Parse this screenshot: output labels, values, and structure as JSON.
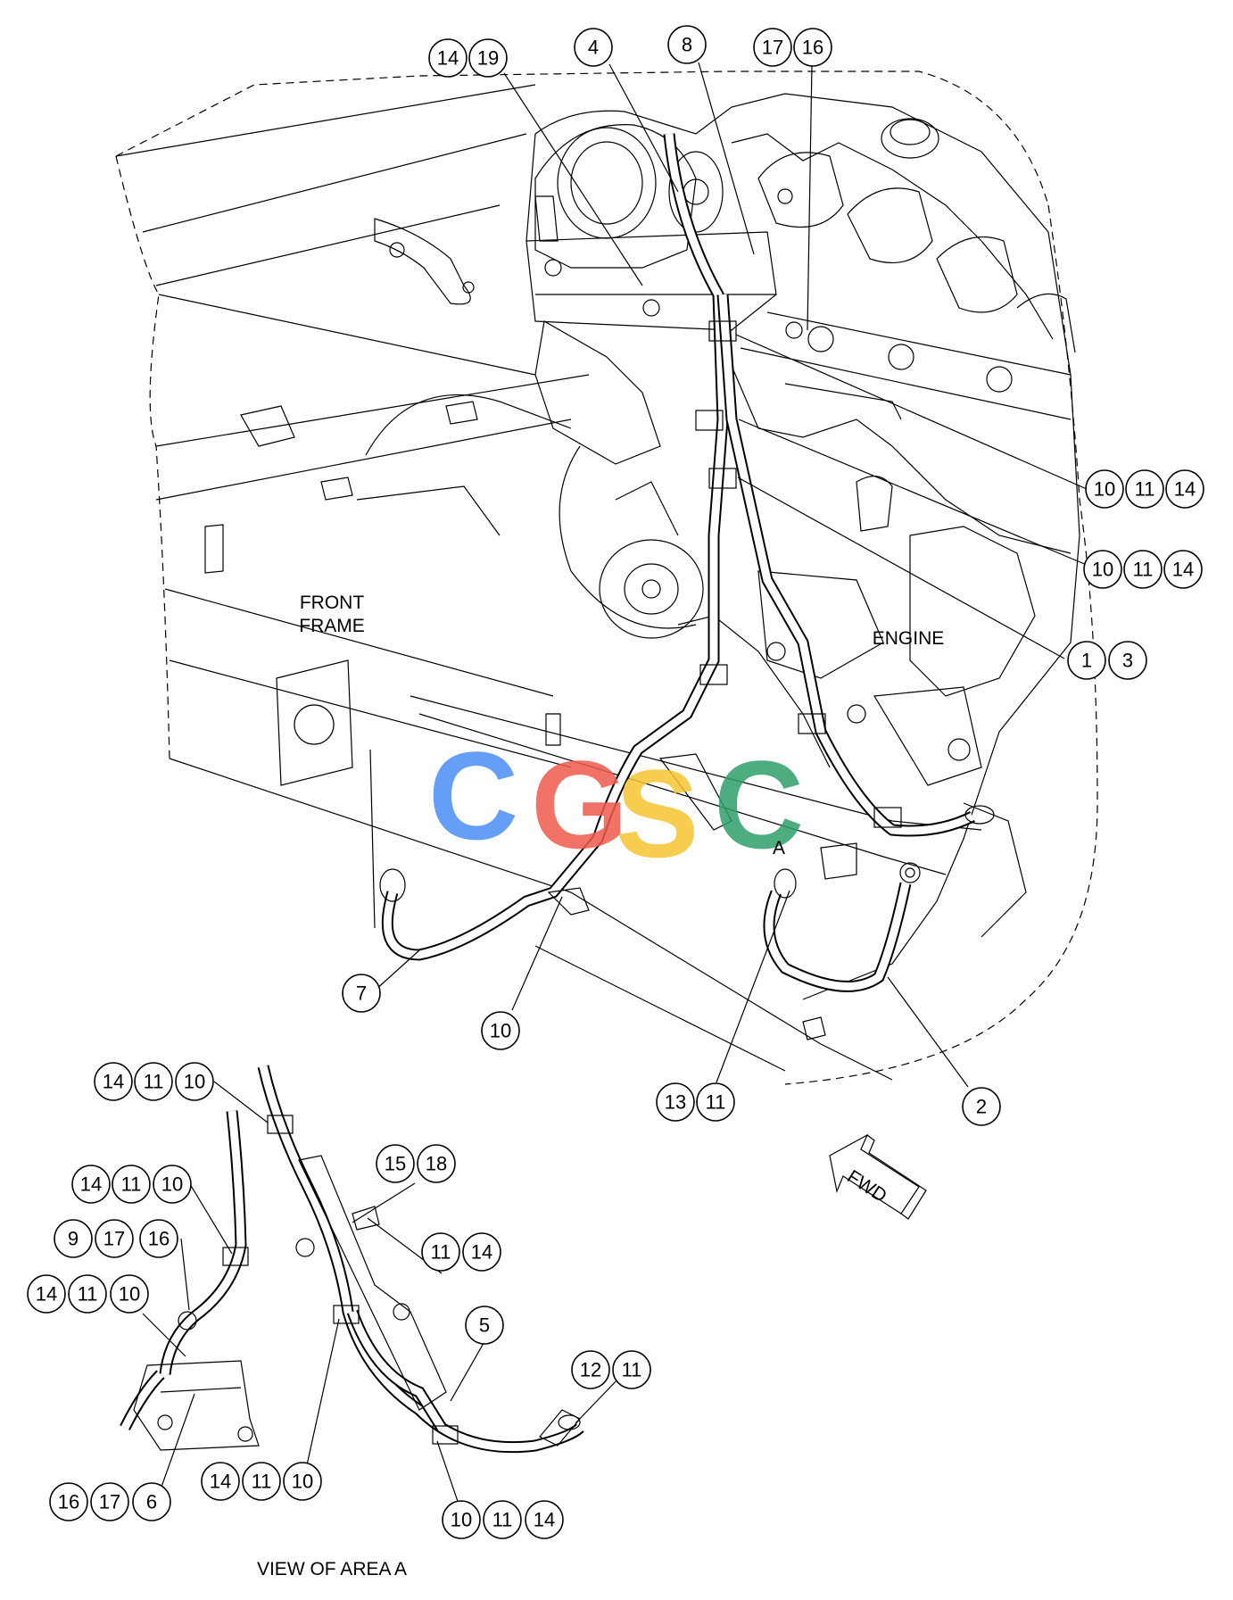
{
  "labels": {
    "front_frame_line1": "FRONT",
    "front_frame_line2": "FRAME",
    "engine": "ENGINE",
    "view_caption": "VIEW OF AREA  A",
    "fwd": "FWD",
    "area_marker": "A"
  },
  "watermark": {
    "letters": [
      "C",
      "G",
      "S",
      "C"
    ],
    "colors": [
      "#4a8ef5",
      "#ef5a4c",
      "#f6c531",
      "#2f9e6b"
    ]
  },
  "callouts": [
    {
      "id": "c14a",
      "text": "14"
    },
    {
      "id": "c19",
      "text": "19"
    },
    {
      "id": "c4",
      "text": "4"
    },
    {
      "id": "c8",
      "text": "8"
    },
    {
      "id": "c17a",
      "text": "17"
    },
    {
      "id": "c16a",
      "text": "16"
    },
    {
      "id": "c10a",
      "text": "10"
    },
    {
      "id": "c11a",
      "text": "11"
    },
    {
      "id": "c14b",
      "text": "14"
    },
    {
      "id": "c10b",
      "text": "10"
    },
    {
      "id": "c11b",
      "text": "11"
    },
    {
      "id": "c14c",
      "text": "14"
    },
    {
      "id": "c1",
      "text": "1"
    },
    {
      "id": "c3",
      "text": "3"
    },
    {
      "id": "c7",
      "text": "7"
    },
    {
      "id": "c10c",
      "text": "10"
    },
    {
      "id": "c13",
      "text": "13"
    },
    {
      "id": "c11c",
      "text": "11"
    },
    {
      "id": "c2",
      "text": "2"
    },
    {
      "id": "c14d",
      "text": "14"
    },
    {
      "id": "c11d",
      "text": "11"
    },
    {
      "id": "c10d",
      "text": "10"
    },
    {
      "id": "c14e",
      "text": "14"
    },
    {
      "id": "c11e",
      "text": "11"
    },
    {
      "id": "c10e",
      "text": "10"
    },
    {
      "id": "c9",
      "text": "9"
    },
    {
      "id": "c17b",
      "text": "17"
    },
    {
      "id": "c16b",
      "text": "16"
    },
    {
      "id": "c14f",
      "text": "14"
    },
    {
      "id": "c11f",
      "text": "11"
    },
    {
      "id": "c10f",
      "text": "10"
    },
    {
      "id": "c15",
      "text": "15"
    },
    {
      "id": "c18",
      "text": "18"
    },
    {
      "id": "c11g",
      "text": "11"
    },
    {
      "id": "c14g",
      "text": "14"
    },
    {
      "id": "c5",
      "text": "5"
    },
    {
      "id": "c12",
      "text": "12"
    },
    {
      "id": "c11h",
      "text": "11"
    },
    {
      "id": "c14h",
      "text": "14"
    },
    {
      "id": "c11i",
      "text": "11"
    },
    {
      "id": "c10g",
      "text": "10"
    },
    {
      "id": "c16c",
      "text": "16"
    },
    {
      "id": "c17c",
      "text": "17"
    },
    {
      "id": "c6",
      "text": "6"
    },
    {
      "id": "c10h",
      "text": "10"
    },
    {
      "id": "c11j",
      "text": "11"
    },
    {
      "id": "c14i",
      "text": "14"
    }
  ]
}
